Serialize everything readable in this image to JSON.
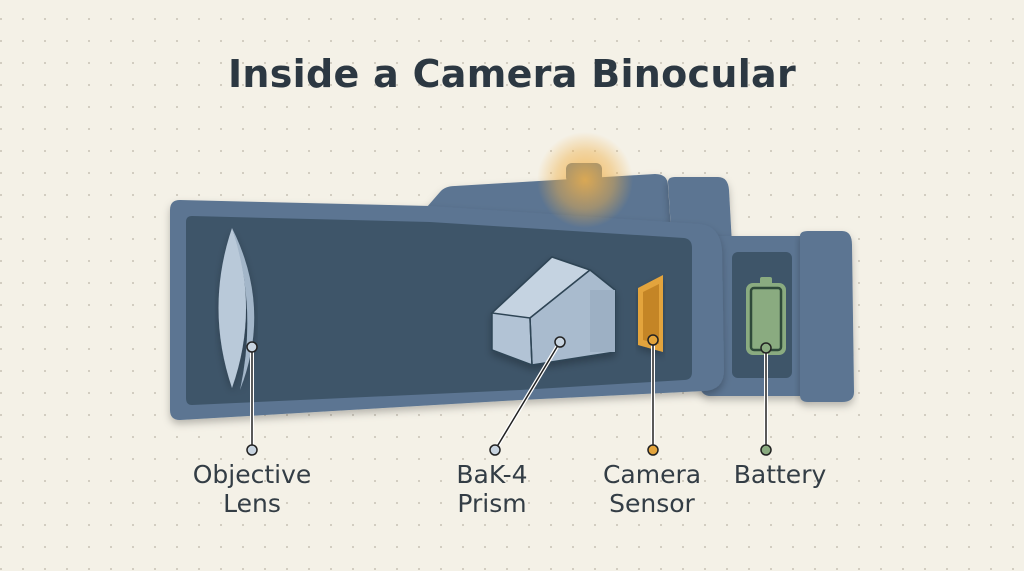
{
  "title": "Inside a Camera Binocular",
  "labels": {
    "objective_lens": {
      "line1": "Objective",
      "line2": "Lens"
    },
    "prism": {
      "line1": "BaK-4",
      "line2": "Prism"
    },
    "sensor": {
      "line1": "Camera",
      "line2": "Sensor"
    },
    "battery": {
      "line1": "Battery"
    }
  },
  "colors": {
    "body": "#5b7592",
    "inner": "#3e5569",
    "sensor": "#e3a43c",
    "battery": "#8aab80",
    "glow": "#f0b14a"
  }
}
